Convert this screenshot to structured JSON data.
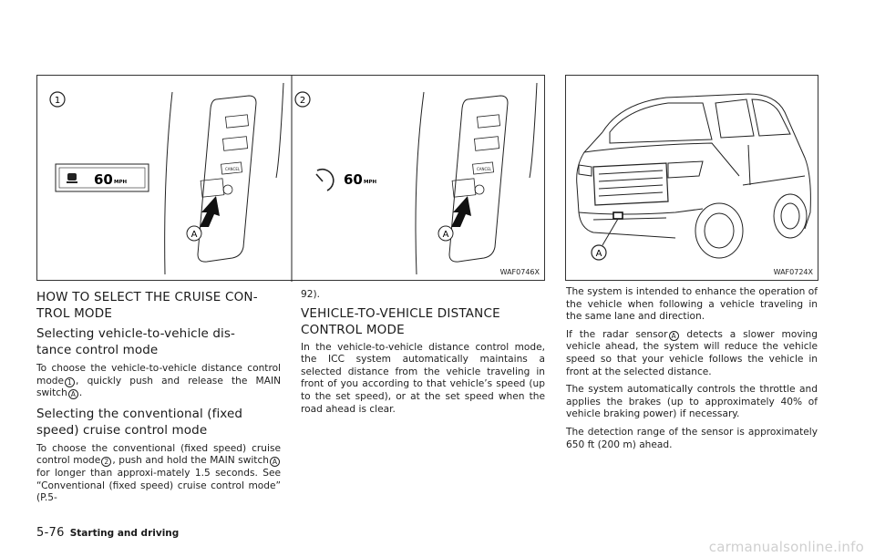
{
  "figures": {
    "left": {
      "code": "WAF0746X",
      "panel1": {
        "number": "1",
        "speed": "60",
        "unit": "MPH",
        "switch_label": "A"
      },
      "panel2": {
        "number": "2",
        "speed": "60",
        "unit": "MPH",
        "switch_label": "A"
      }
    },
    "right": {
      "code": "WAF0724X",
      "sensor_label": "A"
    }
  },
  "content": {
    "col1": {
      "heading_line1": "HOW TO SELECT THE CRUISE CON-",
      "heading_line2": "TROL MODE",
      "sub1_line1": "Selecting vehicle-to-vehicle dis-",
      "sub1_line2": "tance control mode",
      "p1_a": "To choose the vehicle-to-vehicle distance control mode",
      "p1_mk1": "1",
      "p1_b": ", quickly push and release the MAIN switch",
      "p1_mk2": "A",
      "p1_c": ".",
      "sub2_line1": "Selecting the conventional (fixed",
      "sub2_line2": "speed) cruise control mode",
      "p2_a": "To choose the conventional (fixed speed) cruise control mode",
      "p2_mk1": "2",
      "p2_b": ", push and hold the MAIN switch",
      "p2_mk2": "A",
      "p2_c": " for longer than approxi-mately 1.5 seconds. See “Conventional (fixed speed) cruise control mode” (P.5-"
    },
    "col2": {
      "cont": "92).",
      "heading_line1": "VEHICLE-TO-VEHICLE DISTANCE",
      "heading_line2": "CONTROL MODE",
      "p1": "In the vehicle-to-vehicle distance control mode, the ICC system automatically maintains a selected distance from the vehicle traveling in front of you according to that vehicle’s speed (up to the set speed), or at the set speed when the road ahead is clear."
    },
    "col3": {
      "p1": "The system is intended to enhance the operation of the vehicle when following a vehicle traveling in the same lane and direction.",
      "p2_a": "If the radar sensor",
      "p2_mk": "A",
      "p2_b": " detects a slower moving vehicle ahead, the system will reduce the vehicle speed so that your vehicle follows the vehicle in front at the selected distance.",
      "p3": "The system automatically controls the throttle and applies the brakes (up to approximately 40% of vehicle braking power) if necessary.",
      "p4": "The detection range of the sensor is approximately 650 ft (200 m) ahead."
    }
  },
  "footer": {
    "page_number": "5-76",
    "section": "Starting and driving"
  },
  "watermark": "carmanualsonline.info"
}
